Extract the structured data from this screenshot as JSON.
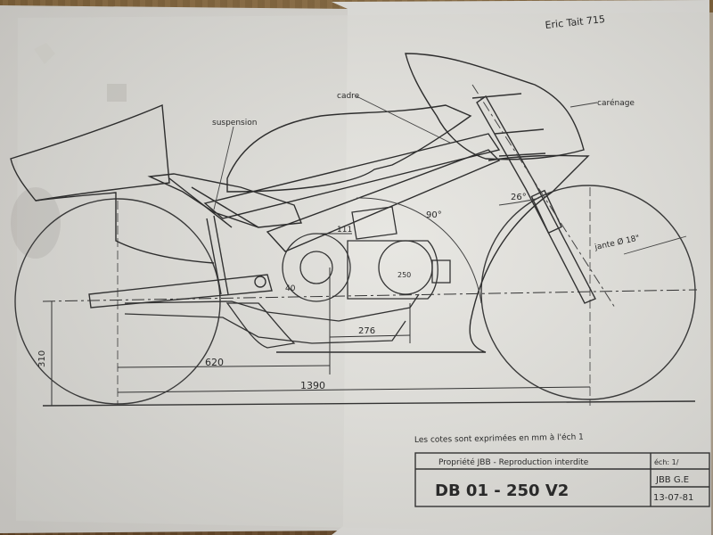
{
  "diagram": {
    "corner_note": "Eric Tait 715",
    "labels": {
      "suspension": "suspension",
      "cadre": "cadre",
      "carenage": "carénage",
      "jante": "jante Ø 18\"",
      "angle_26": "26°",
      "angle_90": "90°"
    },
    "dimensions": {
      "d111": "111",
      "d40": "40",
      "d250": "250",
      "d276": "276",
      "d620": "620",
      "d1390": "1390",
      "d310": "310"
    },
    "footnote": "Les cotes sont exprimées en mm à l'éch 1",
    "title_block": {
      "property": "Propriété JBB - Reproduction interdite",
      "scale": "éch: 1/",
      "drawing_title": "DB 01 - 250 V2",
      "author": "JBB G.E",
      "date": "13-07-81"
    }
  }
}
